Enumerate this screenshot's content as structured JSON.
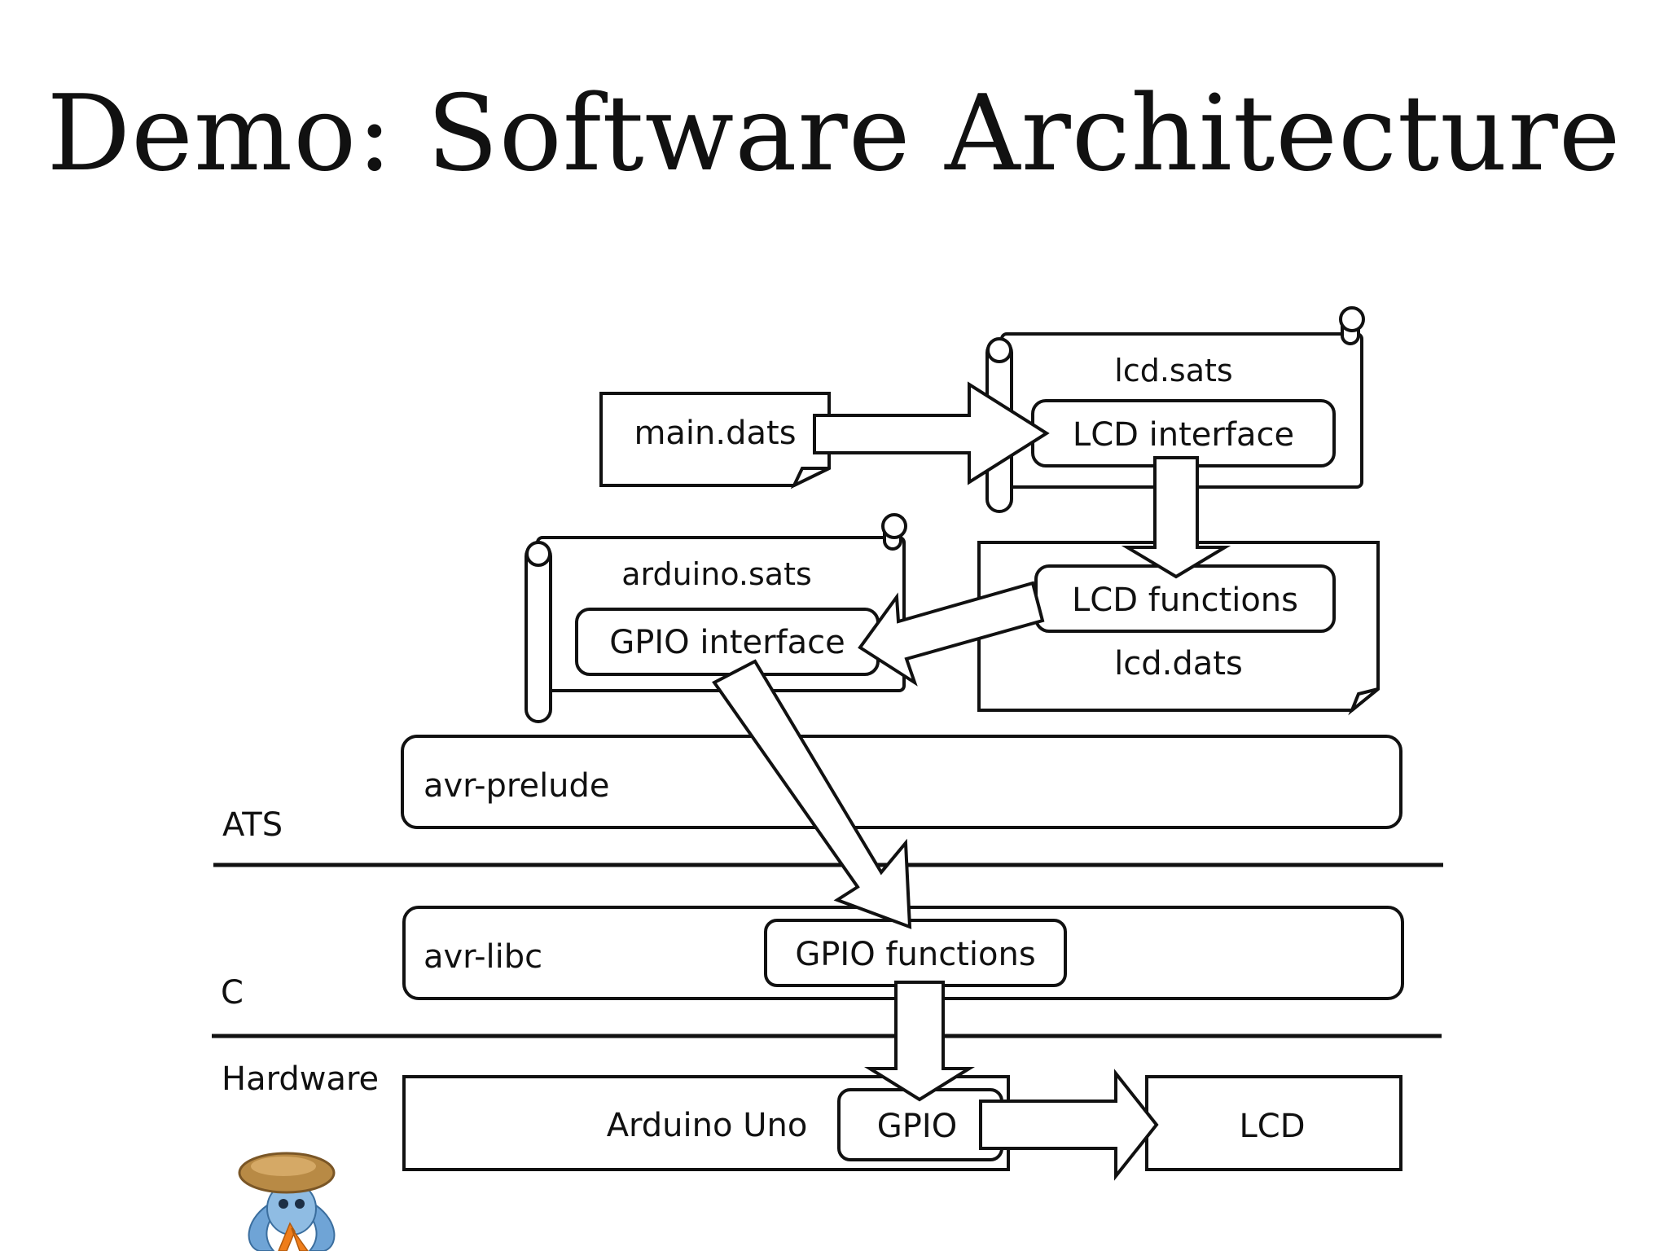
{
  "title": "Demo: Software Architecture",
  "files": {
    "main_dats": "main.dats",
    "lcd_sats": "lcd.sats",
    "lcd_interface": "LCD interface",
    "arduino_sats": "arduino.sats",
    "gpio_interface": "GPIO interface",
    "lcd_functions": "LCD functions",
    "lcd_dats": "lcd.dats"
  },
  "layers": {
    "ats": "ATS",
    "c": "C",
    "hardware": "Hardware",
    "avr_prelude": "avr-prelude",
    "avr_libc": "avr-libc",
    "gpio_functions": "GPIO functions",
    "arduino_uno": "Arduino Uno",
    "gpio": "GPIO",
    "lcd": "LCD"
  },
  "colors": {
    "ink": "#111111",
    "background": "#ffffff",
    "mascot_shell": "#b88a45",
    "mascot_body": "#6fa4d6",
    "mascot_lambda": "#ef7d1a"
  },
  "icons": {
    "mascot": "ats-mascot-icon"
  }
}
